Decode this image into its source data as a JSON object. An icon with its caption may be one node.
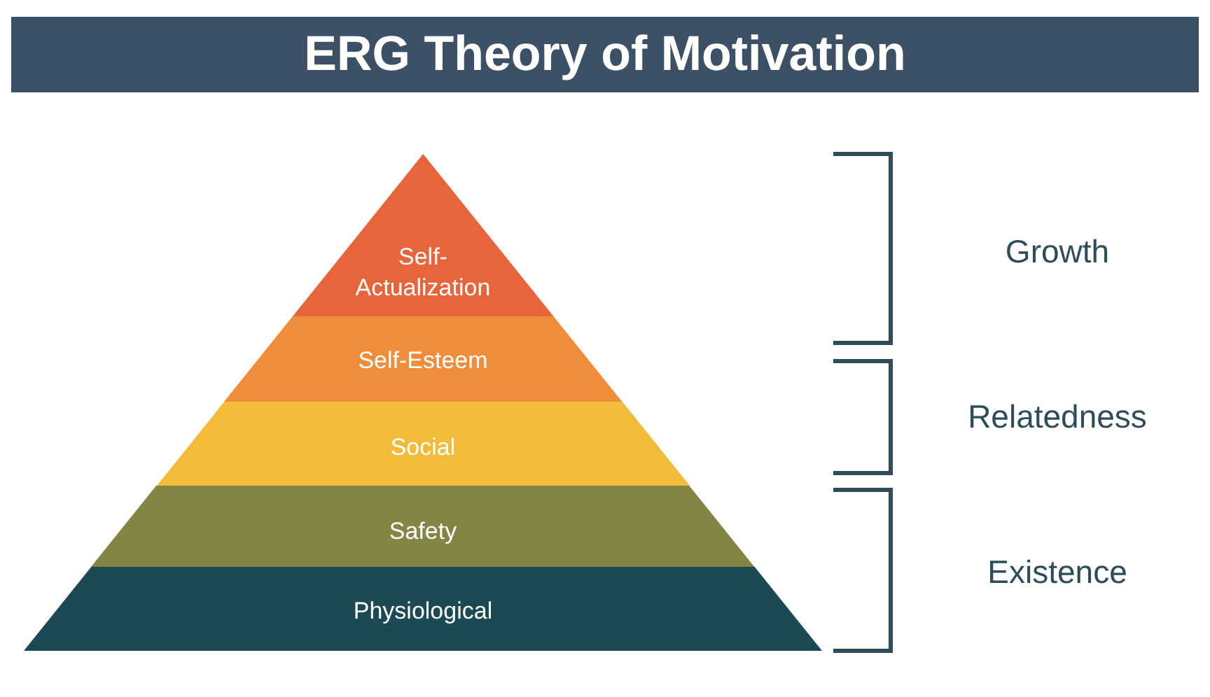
{
  "diagram": {
    "title": "ERG Theory of Motivation",
    "nodes": [
      {
        "text": [
          "Self-Actualization"
        ]
      },
      {
        "text": [
          "Self-Esteem"
        ]
      },
      {
        "text": [
          "Social"
        ]
      },
      {
        "text": [
          "Safety"
        ]
      },
      {
        "text": [
          "Physiological"
        ]
      }
    ],
    "edges": [],
    "labels": [
      "Growth",
      "Relatedness",
      "Existence"
    ]
  }
}
